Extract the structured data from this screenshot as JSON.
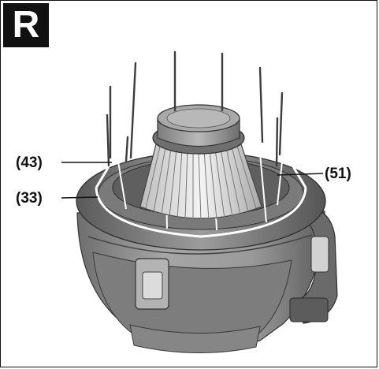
{
  "figure": {
    "letter": "R",
    "callouts": {
      "c43": "(43)",
      "c33": "(33)",
      "c51": "(51)"
    }
  },
  "colors": {
    "body": "#8f8f8f",
    "dark": "#4a4a4a",
    "light": "#c4c4c4",
    "filter": "#e8e8e8"
  }
}
